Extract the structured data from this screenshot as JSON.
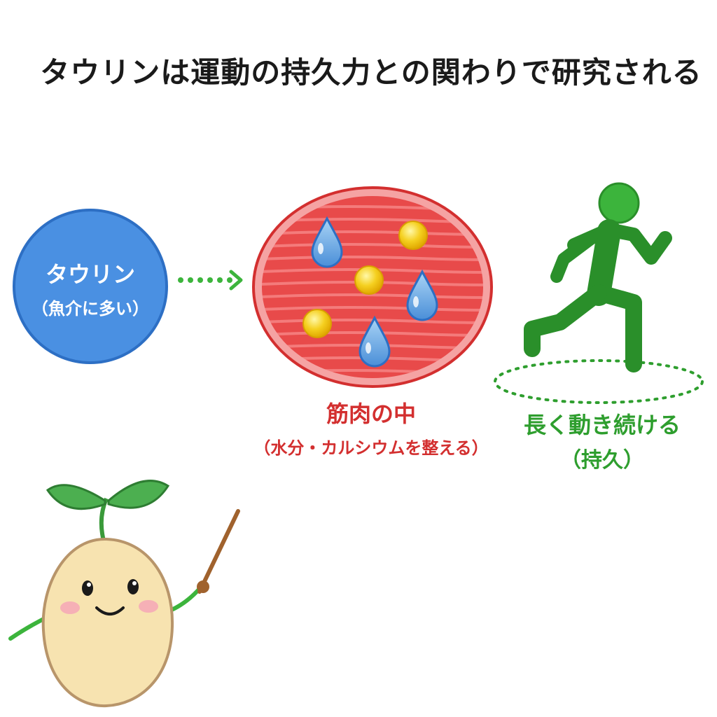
{
  "title": "タウリンは運動の持久力との関わりで研究される",
  "taurine": {
    "name": "タウリン",
    "note": "（魚介に多い）"
  },
  "muscle": {
    "label": "筋肉の中",
    "note": "（水分・カルシウムを整える）"
  },
  "endurance": {
    "label": "長く動き続ける",
    "note": "（持久）"
  },
  "colors": {
    "taurine_blue": "#4a90e2",
    "muscle_red": "#e84a4a",
    "label_red": "#d32f2f",
    "runner_green": "#3cb43c",
    "label_green": "#2e9e2e",
    "water_blue": "#5fa8e6",
    "calcium_yellow": "#f5d020",
    "mascot_body": "#f7e3b0"
  },
  "icons": {
    "runner": "running-person-icon",
    "water": "water-drop-icon",
    "calcium": "calcium-ball-icon",
    "arrow": "dotted-arrow-icon",
    "mascot": "seed-sprout-mascot"
  }
}
